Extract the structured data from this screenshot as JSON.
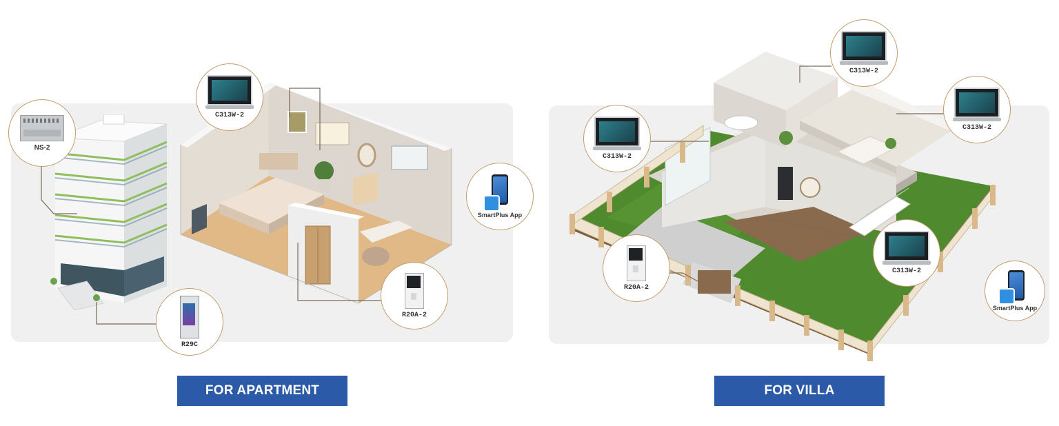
{
  "sections": [
    {
      "banner": "FOR APARTMENT",
      "devices": {
        "ns2": "NS-2",
        "monitor": "C313W-2",
        "door": "R20A-2",
        "building_station": "R29C",
        "app": "SmartPlus App"
      }
    },
    {
      "banner": "FOR VILLA",
      "devices": {
        "monitor_top": "C313W-2",
        "monitor_left": "C313W-2",
        "monitor_right": "C313W-2",
        "monitor_living": "C313W-2",
        "door": "R20A-2",
        "app": "SmartPlus App"
      }
    }
  ],
  "colors": {
    "banner": "#2b5aa8",
    "panel": "#f0f0f1",
    "callout_ring": "#c49a6c",
    "lawn": "#4f8a2e",
    "fence": "#efe4cf"
  },
  "icons": [
    "building-illustration",
    "bedroom-cutaway",
    "villa-illustration",
    "monitor-icon",
    "door-phone-icon",
    "network-switch-icon",
    "smartphone-app-icon"
  ]
}
